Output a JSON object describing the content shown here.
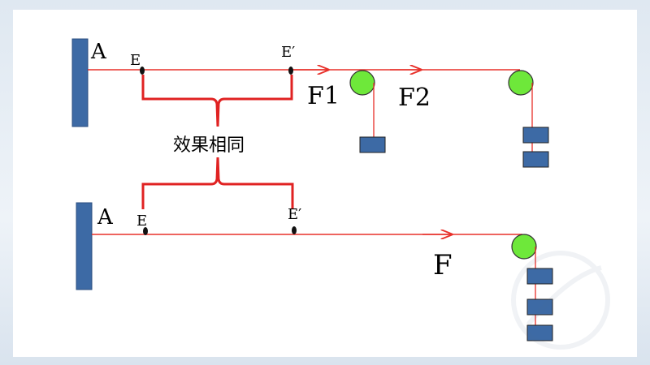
{
  "diagram": {
    "top": {
      "wall_label": "A",
      "point_start": "E",
      "point_end": "E′",
      "force1": "F1",
      "force2": "F2"
    },
    "bottom": {
      "wall_label": "A",
      "point_start": "E",
      "point_end": "E′",
      "force": "F"
    },
    "caption": "效果相同",
    "colors": {
      "rope": "#e8302a",
      "pulley": "#6ee83a",
      "weight": "#3d6aa5",
      "brace": "#e02222"
    }
  }
}
